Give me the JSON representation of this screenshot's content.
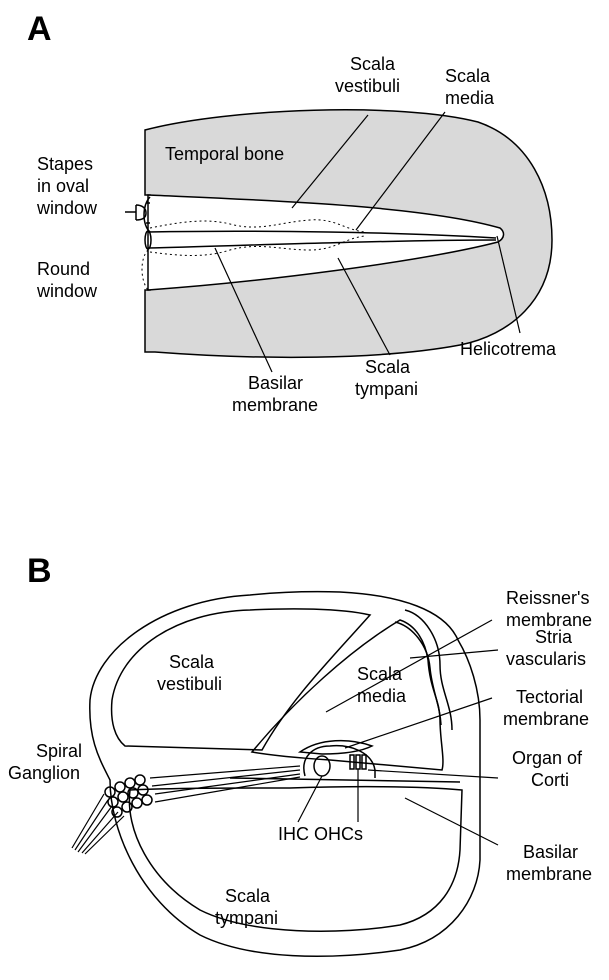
{
  "panel_a": {
    "letter": "A",
    "labels": {
      "scala_vestibuli_1": "Scala",
      "scala_vestibuli_2": "vestibuli",
      "scala_media_1": "Scala",
      "scala_media_2": "media",
      "temporal_bone": "Temporal bone",
      "stapes_1": "Stapes",
      "stapes_2": "in oval",
      "stapes_3": "window",
      "round_window_1": "Round",
      "round_window_2": "window",
      "helicotrema": "Helicotrema",
      "scala_tympani_1": "Scala",
      "scala_tympani_2": "tympani",
      "basilar_1": "Basilar",
      "basilar_2": "membrane"
    }
  },
  "panel_b": {
    "letter": "B",
    "labels": {
      "reissner_1": "Reissner's",
      "reissner_2": "membrane",
      "stria_1": "Stria",
      "stria_2": "vascularis",
      "scala_vestibuli_1": "Scala",
      "scala_vestibuli_2": "vestibuli",
      "scala_media_1": "Scala",
      "scala_media_2": "media",
      "tectorial_1": "Tectorial",
      "tectorial_2": "membrane",
      "spiral_1": "Spiral",
      "spiral_2": "Ganglion",
      "organ_1": "Organ of",
      "organ_2": "Corti",
      "ihc_ohcs": "IHC OHCs",
      "basilar_1": "Basilar",
      "basilar_2": "membrane",
      "scala_tympani_1": "Scala",
      "scala_tympani_2": "tympani"
    }
  }
}
